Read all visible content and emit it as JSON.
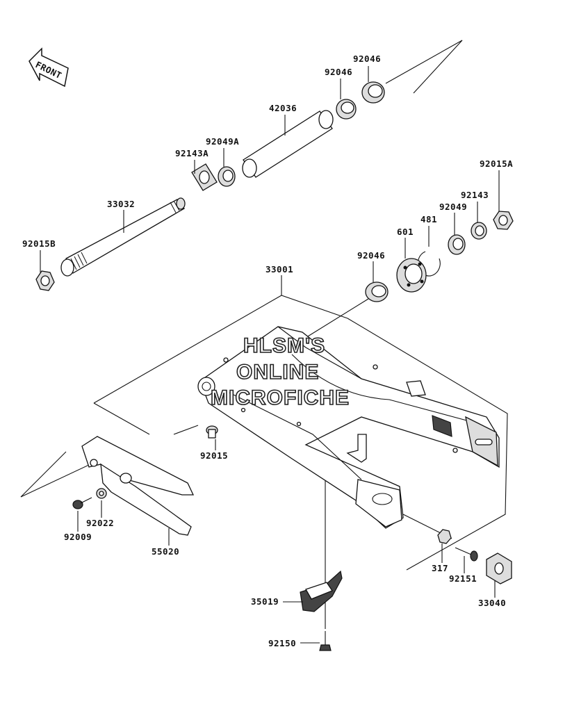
{
  "front_arrow": {
    "label": "FRONT"
  },
  "watermark": {
    "line1": "HLSM'S",
    "line2": "ONLINE",
    "line3": "MICROFICHE"
  },
  "parts": [
    {
      "number": "92046",
      "id": "p1"
    },
    {
      "number": "92046",
      "id": "p2"
    },
    {
      "number": "42036",
      "id": "p3"
    },
    {
      "number": "92049A",
      "id": "p4"
    },
    {
      "number": "92143A",
      "id": "p5"
    },
    {
      "number": "33032",
      "id": "p6"
    },
    {
      "number": "92015B",
      "id": "p7"
    },
    {
      "number": "92015A",
      "id": "p8"
    },
    {
      "number": "92143",
      "id": "p9"
    },
    {
      "number": "92049",
      "id": "p10"
    },
    {
      "number": "481",
      "id": "p11"
    },
    {
      "number": "601",
      "id": "p12"
    },
    {
      "number": "92046",
      "id": "p13"
    },
    {
      "number": "33001",
      "id": "p14"
    },
    {
      "number": "92015",
      "id": "p15"
    },
    {
      "number": "92022",
      "id": "p16"
    },
    {
      "number": "92009",
      "id": "p17"
    },
    {
      "number": "55020",
      "id": "p18"
    },
    {
      "number": "317",
      "id": "p19"
    },
    {
      "number": "92151",
      "id": "p20"
    },
    {
      "number": "33040",
      "id": "p21"
    },
    {
      "number": "35019",
      "id": "p22"
    },
    {
      "number": "92150",
      "id": "p23"
    }
  ]
}
